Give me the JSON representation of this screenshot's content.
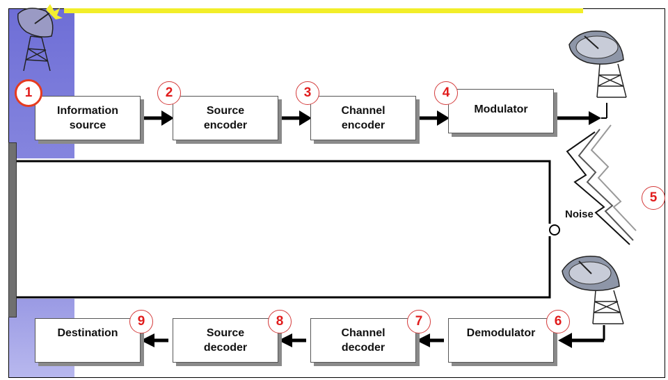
{
  "boxes": {
    "information_source": "Information\nsource",
    "source_encoder": "Source\nencoder",
    "channel_encoder": "Channel\nencoder",
    "modulator": "Modulator",
    "destination": "Destination",
    "source_decoder": "Source\ndecoder",
    "channel_decoder": "Channel\ndecoder",
    "demodulator": "Demodulator"
  },
  "numbers": [
    "1",
    "2",
    "3",
    "4",
    "5",
    "6",
    "7",
    "8",
    "9"
  ],
  "noise_label": "Noise",
  "colors": {
    "accent_red": "#e11c1c",
    "sidebar": "#7070d8",
    "bar": "#f2ee2a"
  }
}
